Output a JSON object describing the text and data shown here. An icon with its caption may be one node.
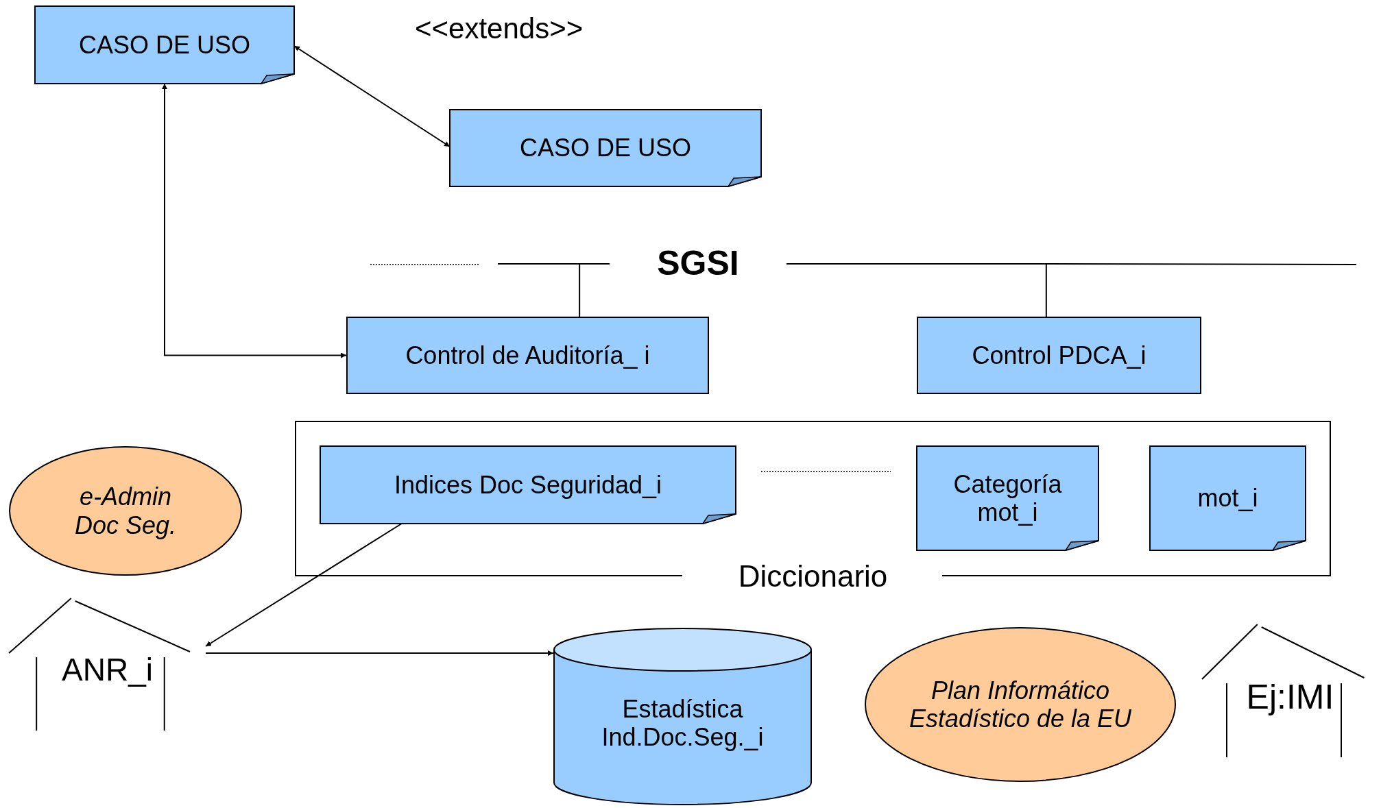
{
  "diagram": {
    "nodes": [
      {
        "text": [
          "CASO DE USO"
        ]
      },
      {
        "text": [
          "CASO DE USO"
        ]
      },
      {
        "text": [
          "SGSI"
        ]
      },
      {
        "text": [
          "Control de Auditoría_ i"
        ]
      },
      {
        "text": [
          "Control PDCA_i"
        ]
      },
      {
        "text": [
          "Diccionario"
        ]
      },
      {
        "text": [
          "Indices Doc Seguridad_i"
        ],
        "in": 5
      },
      {
        "text": [
          "Categoría mot_i"
        ],
        "in": 5
      },
      {
        "text": [
          "mot_i"
        ],
        "in": 5
      },
      {
        "text": [
          "e-Admin Doc Seg."
        ]
      },
      {
        "text": [
          "ANR_i"
        ]
      },
      {
        "text": [
          "Estadística Ind.Doc.Seg._i"
        ]
      },
      {
        "text": [
          "Plan Informático Estadístico de la EU"
        ]
      },
      {
        "text": [
          "Ej:IMI"
        ]
      }
    ],
    "edges": [
      {
        "from": 0,
        "to": 1,
        "arrow": "both",
        "label": "<<extends>>"
      },
      {
        "from": 0,
        "to": 3,
        "arrow": "both"
      },
      {
        "from": 2,
        "to": 3,
        "arrow": "none"
      },
      {
        "from": 2,
        "to": 4,
        "arrow": "none"
      },
      {
        "from": 6,
        "to": 10,
        "arrow": "to"
      },
      {
        "from": 10,
        "to": 11,
        "arrow": "to"
      }
    ]
  }
}
